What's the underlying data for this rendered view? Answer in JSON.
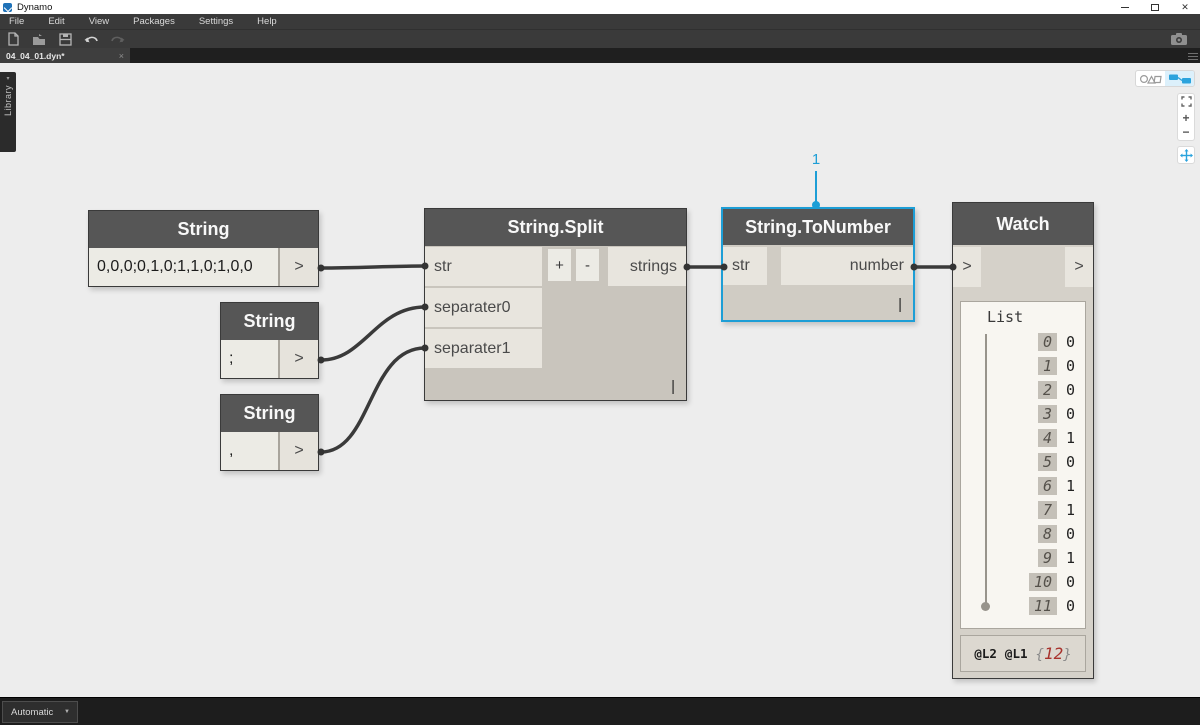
{
  "window": {
    "title": "Dynamo",
    "minimize": "minimize",
    "maximize": "maximize",
    "close": "✕"
  },
  "menu": {
    "items": [
      "File",
      "Edit",
      "View",
      "Packages",
      "Settings",
      "Help"
    ]
  },
  "toolbar": {
    "icons": [
      "new-file-icon",
      "open-file-icon",
      "save-icon",
      "undo-icon",
      "redo-icon",
      "camera-icon"
    ]
  },
  "tab": {
    "label": "04_04_01.dyn*",
    "close": "×"
  },
  "library": {
    "label": "Library",
    "chevron": "▾"
  },
  "view_controls": {
    "icons": [
      "geometry-view-icon",
      "graph-view-icon",
      "fit-view-icon",
      "zoom-in-icon",
      "zoom-out-icon",
      "pan-icon"
    ],
    "zoom_in": "+",
    "zoom_out": "−"
  },
  "canvas": {
    "annotation": "1",
    "nodes": {
      "string1": {
        "title": "String",
        "value": "0,0,0;0,1,0;1,1,0;1,0,0",
        "output": ">"
      },
      "string2": {
        "title": "String",
        "value": ";",
        "output": ">"
      },
      "string3": {
        "title": "String",
        "value": ",",
        "output": ">"
      },
      "split": {
        "title": "String.Split",
        "inputs": [
          "str",
          "separater0",
          "separater1"
        ],
        "add_label": "+",
        "remove_label": "-",
        "output": "strings",
        "lacing": "|"
      },
      "tonumber": {
        "title": "String.ToNumber",
        "input": "str",
        "output": "number",
        "lacing": "|"
      },
      "watch": {
        "title": "Watch",
        "input": ">",
        "output": ">",
        "list_label": "List",
        "items": [
          {
            "index": "0",
            "value": "0"
          },
          {
            "index": "1",
            "value": "0"
          },
          {
            "index": "2",
            "value": "0"
          },
          {
            "index": "3",
            "value": "0"
          },
          {
            "index": "4",
            "value": "1"
          },
          {
            "index": "5",
            "value": "0"
          },
          {
            "index": "6",
            "value": "1"
          },
          {
            "index": "7",
            "value": "1"
          },
          {
            "index": "8",
            "value": "0"
          },
          {
            "index": "9",
            "value": "1"
          },
          {
            "index": "10",
            "value": "0"
          },
          {
            "index": "11",
            "value": "0"
          }
        ],
        "levels": [
          "@L2",
          "@L1"
        ],
        "count_open": "{",
        "count": "12",
        "count_close": "}"
      }
    }
  },
  "statusbar": {
    "run_mode": "Automatic",
    "caret": "▼"
  },
  "colors": {
    "accent": "#1d9ed6",
    "wire": "#3a3a3a",
    "node_header": "#565656",
    "canvas": "#ededed",
    "count_red": "#a8322c"
  }
}
